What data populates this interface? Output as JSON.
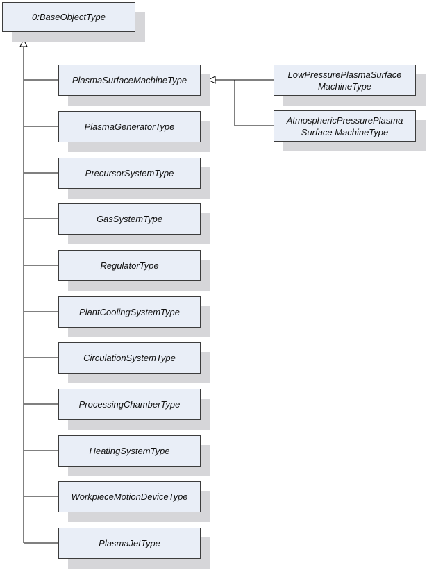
{
  "base": {
    "label": "0:BaseObjectType"
  },
  "types": [
    {
      "id": "plasma-surface-machine",
      "label": "PlasmaSurfaceMachineType"
    },
    {
      "id": "plasma-generator",
      "label": "PlasmaGeneratorType"
    },
    {
      "id": "precursor-system",
      "label": "PrecursorSystemType"
    },
    {
      "id": "gas-system",
      "label": "GasSystemType"
    },
    {
      "id": "regulator",
      "label": "RegulatorType"
    },
    {
      "id": "plant-cooling-system",
      "label": "PlantCoolingSystemType"
    },
    {
      "id": "circulation-system",
      "label": "CirculationSystemType"
    },
    {
      "id": "processing-chamber",
      "label": "ProcessingChamberType"
    },
    {
      "id": "heating-system",
      "label": "HeatingSystemType"
    },
    {
      "id": "workpiece-motion-device",
      "label": "WorkpieceMotionDeviceType"
    },
    {
      "id": "plasma-jet",
      "label": "PlasmaJetType"
    }
  ],
  "subtypes": [
    {
      "id": "low-pressure",
      "line1": "LowPressurePlasmaSurface",
      "line2": "MachineType"
    },
    {
      "id": "atmospheric-pressure",
      "line1": "AtmosphericPressurePlasma",
      "line2": "Surface MachineType"
    }
  ],
  "colors": {
    "box_fill": "#e9eef7",
    "box_border": "#3c3c3c",
    "shadow": "#d6d6d9",
    "line": "#000000"
  }
}
